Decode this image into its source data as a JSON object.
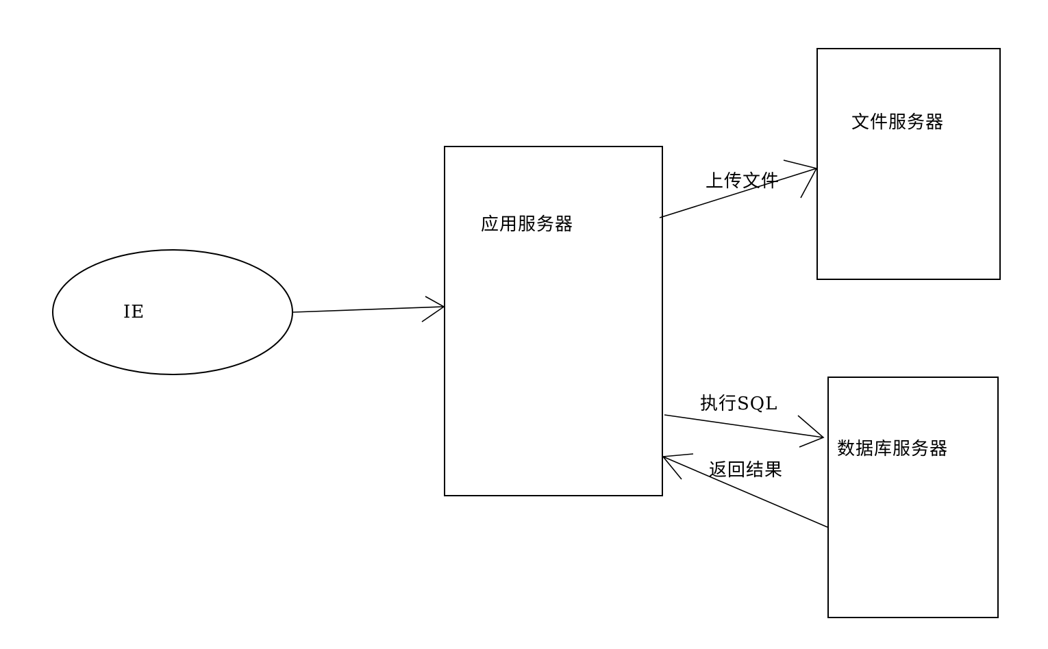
{
  "canvas": {
    "background_color": "#ffffff",
    "line_color": "#000000",
    "text_color": "#000000"
  },
  "nodes": {
    "ie": {
      "shape": "ellipse",
      "label": "IE"
    },
    "app_server": {
      "shape": "rectangle",
      "label": "应用服务器"
    },
    "file_server": {
      "shape": "rectangle",
      "label": "文件服务器"
    },
    "db_server": {
      "shape": "rectangle",
      "label": "数据库服务器"
    }
  },
  "edges": {
    "ie_to_app": {
      "from": "ie",
      "to": "app_server",
      "label": ""
    },
    "app_to_file": {
      "from": "app_server",
      "to": "file_server",
      "label": "上传文件"
    },
    "app_to_db": {
      "from": "app_server",
      "to": "db_server",
      "label": "执行SQL"
    },
    "db_to_app": {
      "from": "db_server",
      "to": "app_server",
      "label": "返回结果"
    }
  }
}
